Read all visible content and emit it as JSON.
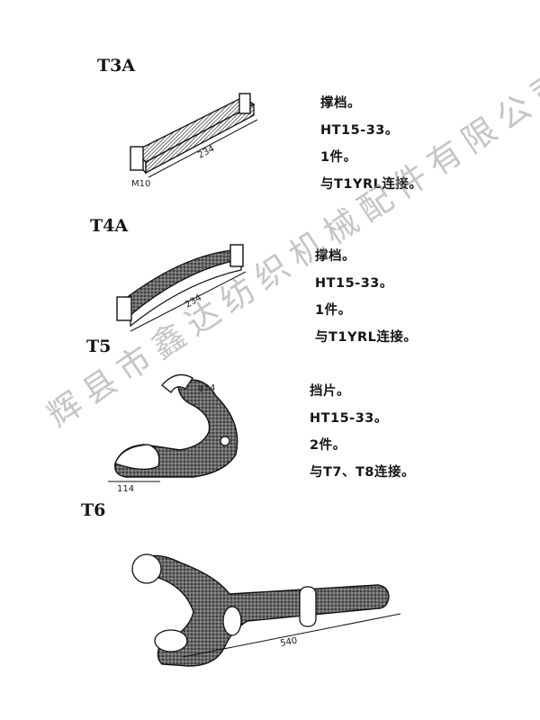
{
  "parts": [
    {
      "code": "T3A",
      "spec": [
        "撑档。",
        "HT15-33。",
        "1件。",
        "与T1YRL连接。"
      ],
      "dims": [
        "M10",
        "234"
      ]
    },
    {
      "code": "T4A",
      "spec": [
        "撑档。",
        "HT15-33。",
        "1件。",
        "与T1YRL连接。"
      ],
      "dims": [
        "234"
      ]
    },
    {
      "code": "T5",
      "spec": [
        "挡片。",
        "HT15-33。",
        "2件。",
        "与T7、T8连接。"
      ],
      "dims": [
        "φ24",
        "114"
      ]
    },
    {
      "code": "T6",
      "spec": [],
      "dims": [
        "540"
      ]
    }
  ],
  "watermark": "辉县市鑫达纺织机械配件有限公司"
}
